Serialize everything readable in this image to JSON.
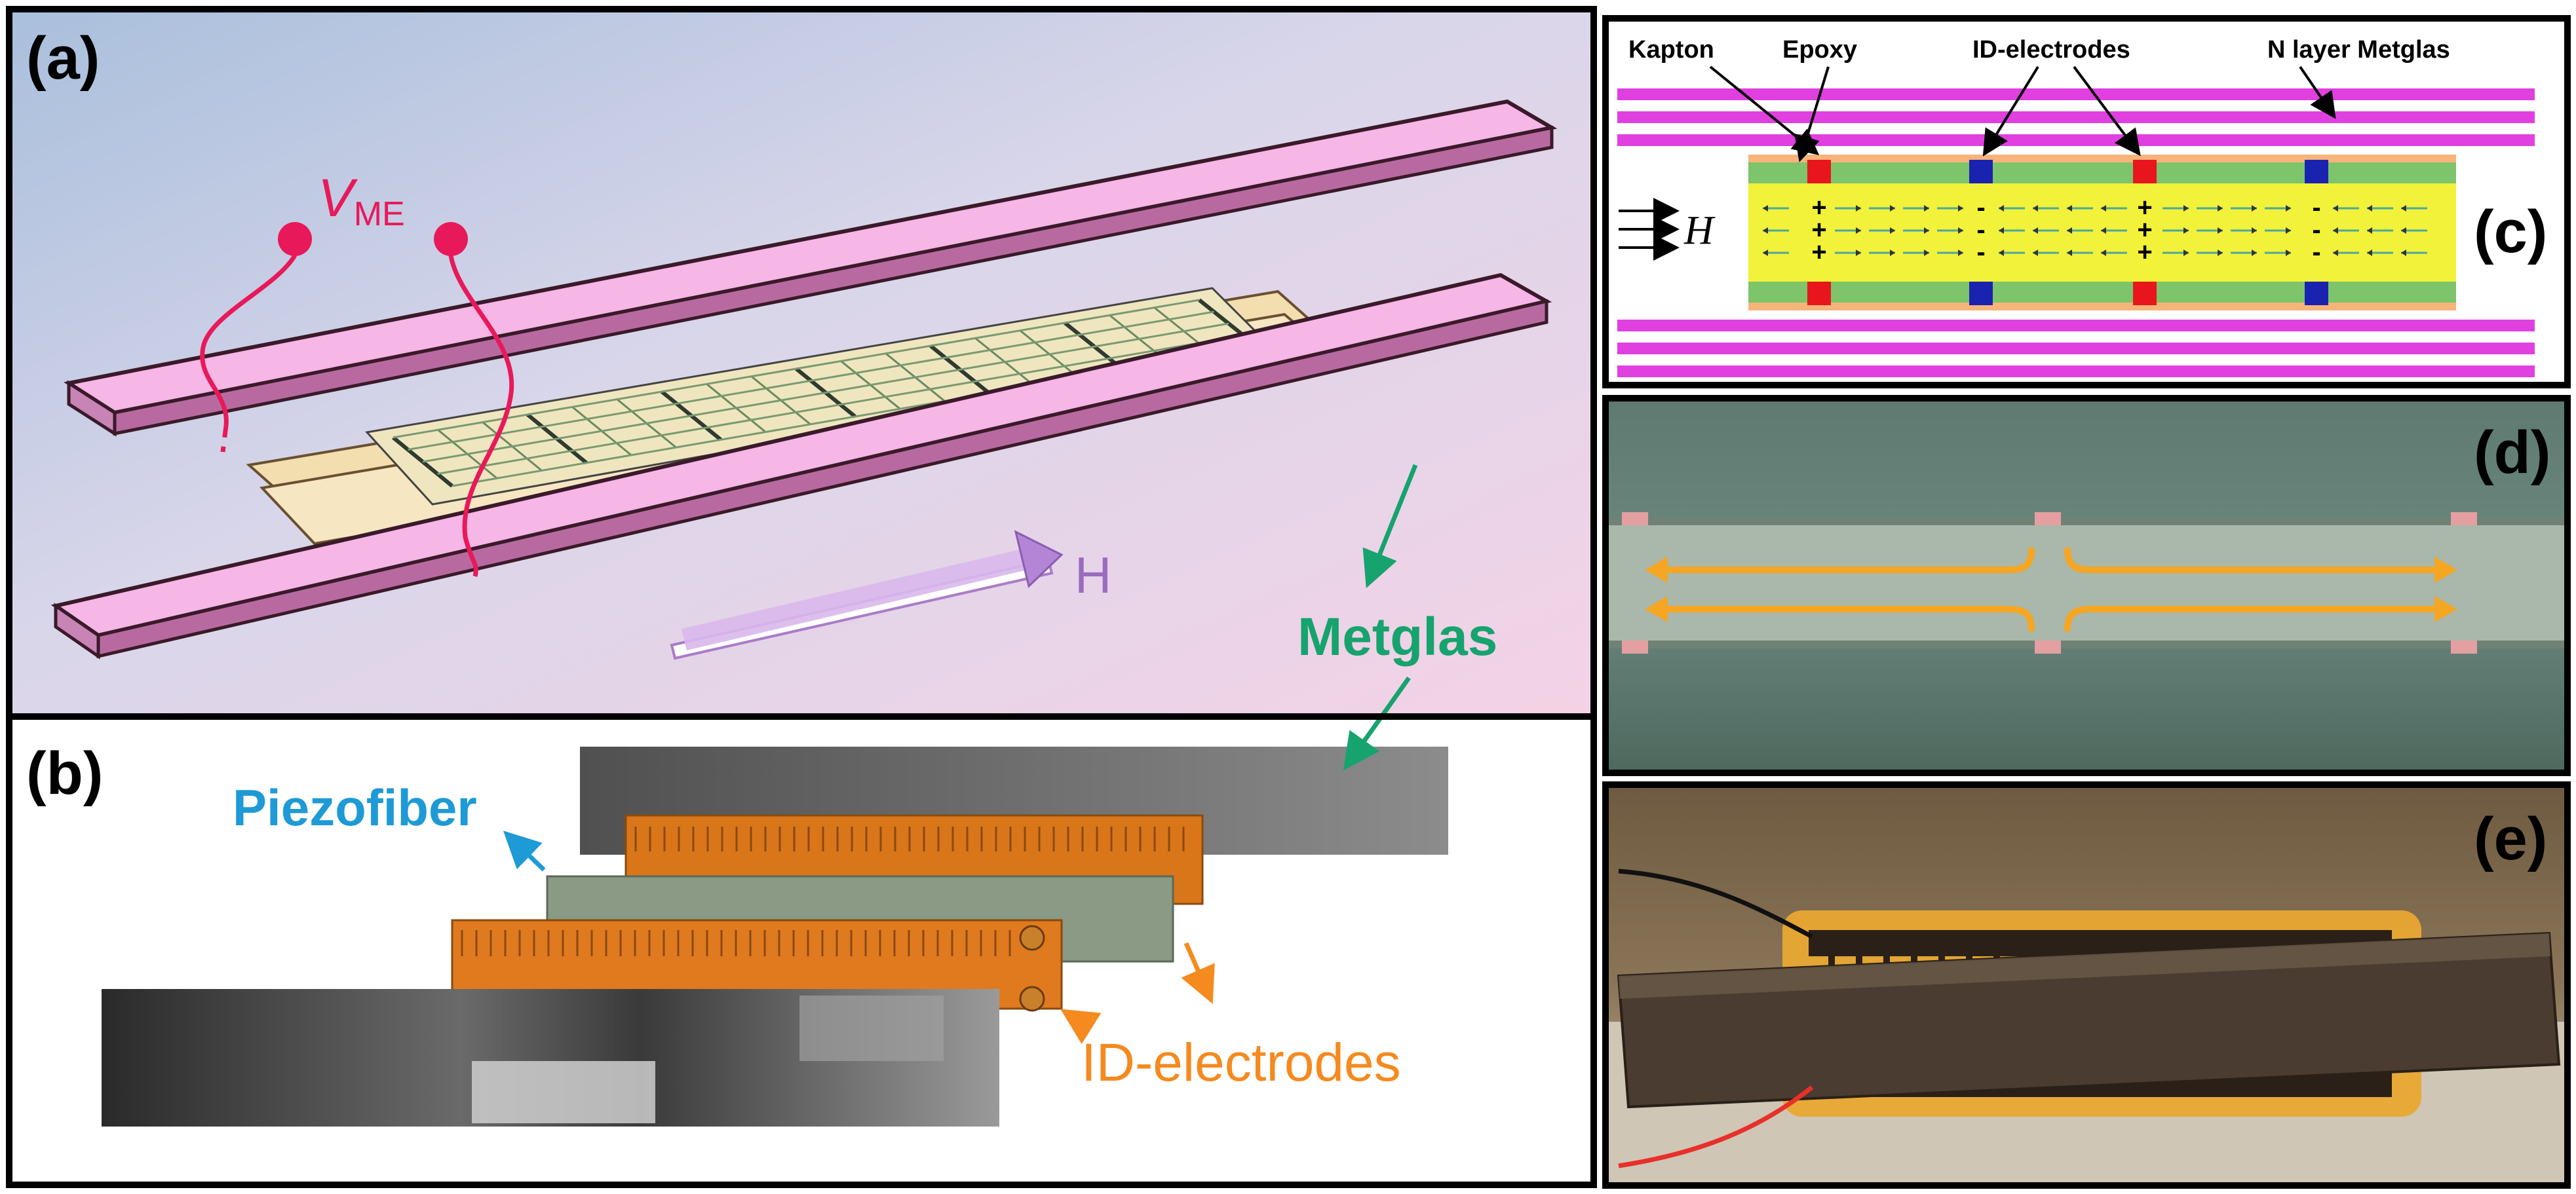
{
  "panels": {
    "a": {
      "label": "(a)",
      "voltage_main": "V",
      "voltage_sub": "ME",
      "field": "H"
    },
    "b": {
      "label": "(b)",
      "piezofiber": "Piezofiber",
      "metglas": "Metglas",
      "id_electrodes": "ID-electrodes"
    },
    "c": {
      "label": "(c)",
      "kapton": "Kapton",
      "epoxy": "Epoxy",
      "id_electrodes": "ID-electrodes",
      "metglas_layers": "N layer Metglas",
      "field": "H",
      "plus": "+",
      "minus": "-"
    },
    "d": {
      "label": "(d)"
    },
    "e": {
      "label": "(e)"
    }
  },
  "colors": {
    "metglas_pink": "#f6b6e6",
    "metglas_magenta": "#e040e0",
    "piezo_green": "#7dc46a",
    "epoxy_yellow": "#f2f23a",
    "electrode_red": "#e8161c",
    "electrode_blue": "#1a22b0",
    "label_green": "#16a36e",
    "label_blue": "#1e9ad6",
    "label_orange": "#f58a1f",
    "vme_red": "#e8195a",
    "arrow_orange": "#f5a623"
  }
}
